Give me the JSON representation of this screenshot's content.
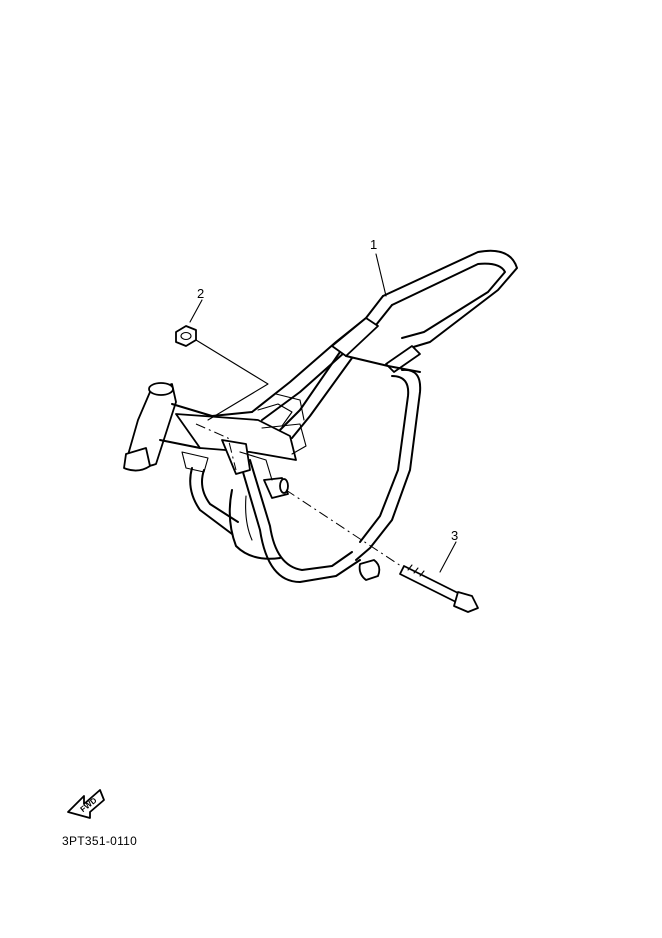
{
  "callouts": {
    "part1": "1",
    "part2": "2",
    "part3": "3"
  },
  "fwd_arrow": {
    "label": "FWD",
    "icon": "fwd-arrow-icon"
  },
  "part_number": "3PT351-0110"
}
